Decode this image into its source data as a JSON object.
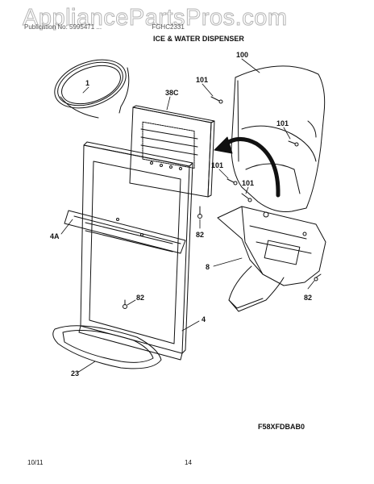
{
  "watermark": "AppliancePartsPros.com",
  "header": {
    "left_text": "Publication No: 5995471 ...",
    "right_text": "FGHC2331",
    "title": "ICE & WATER DISPENSER"
  },
  "callouts": {
    "c1": "1",
    "c38c": "38C",
    "c100": "100",
    "c101a": "101",
    "c101b": "101",
    "c101c": "101",
    "c101d": "101",
    "c4a": "4A",
    "c82a": "82",
    "c8": "8",
    "c82b": "82",
    "c82c": "82",
    "c4": "4",
    "c23": "23"
  },
  "diagram_code": "F58XFDBAB0",
  "footer": {
    "date": "10/11",
    "page": "14"
  },
  "colors": {
    "line": "#111111",
    "watermark": "#aaaaaa"
  }
}
